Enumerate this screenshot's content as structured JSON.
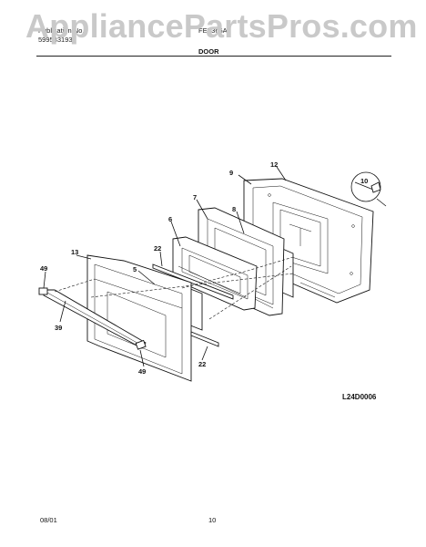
{
  "watermark": "AppliancePartsPros.com",
  "header": {
    "left_label": "Publication No.",
    "left_value": "5995331935",
    "right_value": "FEF366A"
  },
  "title": "DOOR",
  "diagram_code": "L24D0006",
  "footer": {
    "date": "08/01",
    "page": "10"
  },
  "callouts": {
    "c5": "5",
    "c6": "6",
    "c7": "7",
    "c8": "8",
    "c9": "9",
    "c10": "10",
    "c12": "12",
    "c13": "13",
    "c22a": "22",
    "c22b": "22",
    "c39": "39",
    "c49a": "49",
    "c49b": "49"
  }
}
